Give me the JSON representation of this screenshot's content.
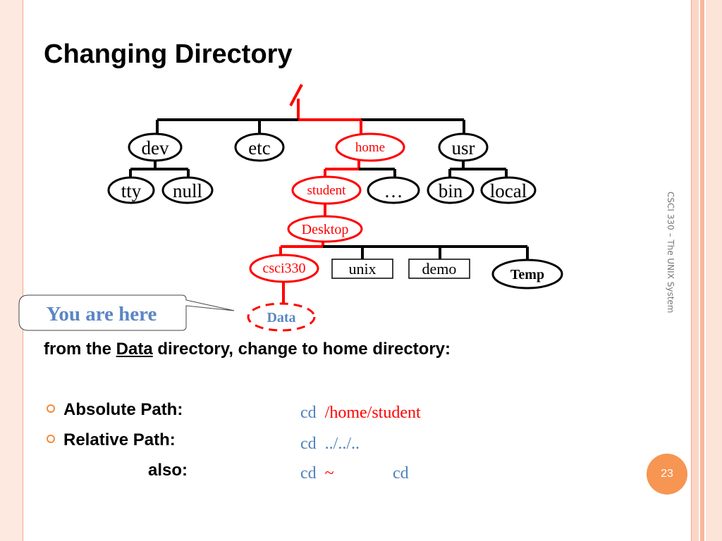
{
  "slide": {
    "title": "Changing Directory",
    "side_caption": "CSCI 330 – The UNIX System",
    "page_number": "23"
  },
  "tree": {
    "root_label": "/",
    "level1": [
      "dev",
      "etc",
      "home",
      "usr"
    ],
    "dev_children": [
      "tty",
      "null"
    ],
    "home_children": [
      "student",
      "…"
    ],
    "usr_children": [
      "bin",
      "local"
    ],
    "student_child": "Desktop",
    "desktop_children": [
      "csci330",
      "unix",
      "demo",
      "Temp"
    ],
    "csci330_child": "Data",
    "colors": {
      "path": "#ff0000",
      "normal": "#000000"
    }
  },
  "callout": {
    "text": "You are here"
  },
  "task": {
    "prefix": "from the ",
    "emph": "Data",
    "suffix": " directory, change to home directory:"
  },
  "bullets": [
    {
      "label": "Absolute Path:"
    },
    {
      "label": "Relative Path:"
    }
  ],
  "also_label": "also:",
  "commands": {
    "absolute": {
      "cmd": "cd",
      "arg": "/home/student"
    },
    "relative": {
      "cmd": "cd",
      "arg": "../../.."
    },
    "also1": {
      "cmd": "cd",
      "arg": "~"
    },
    "also2": {
      "cmd": "cd"
    }
  }
}
